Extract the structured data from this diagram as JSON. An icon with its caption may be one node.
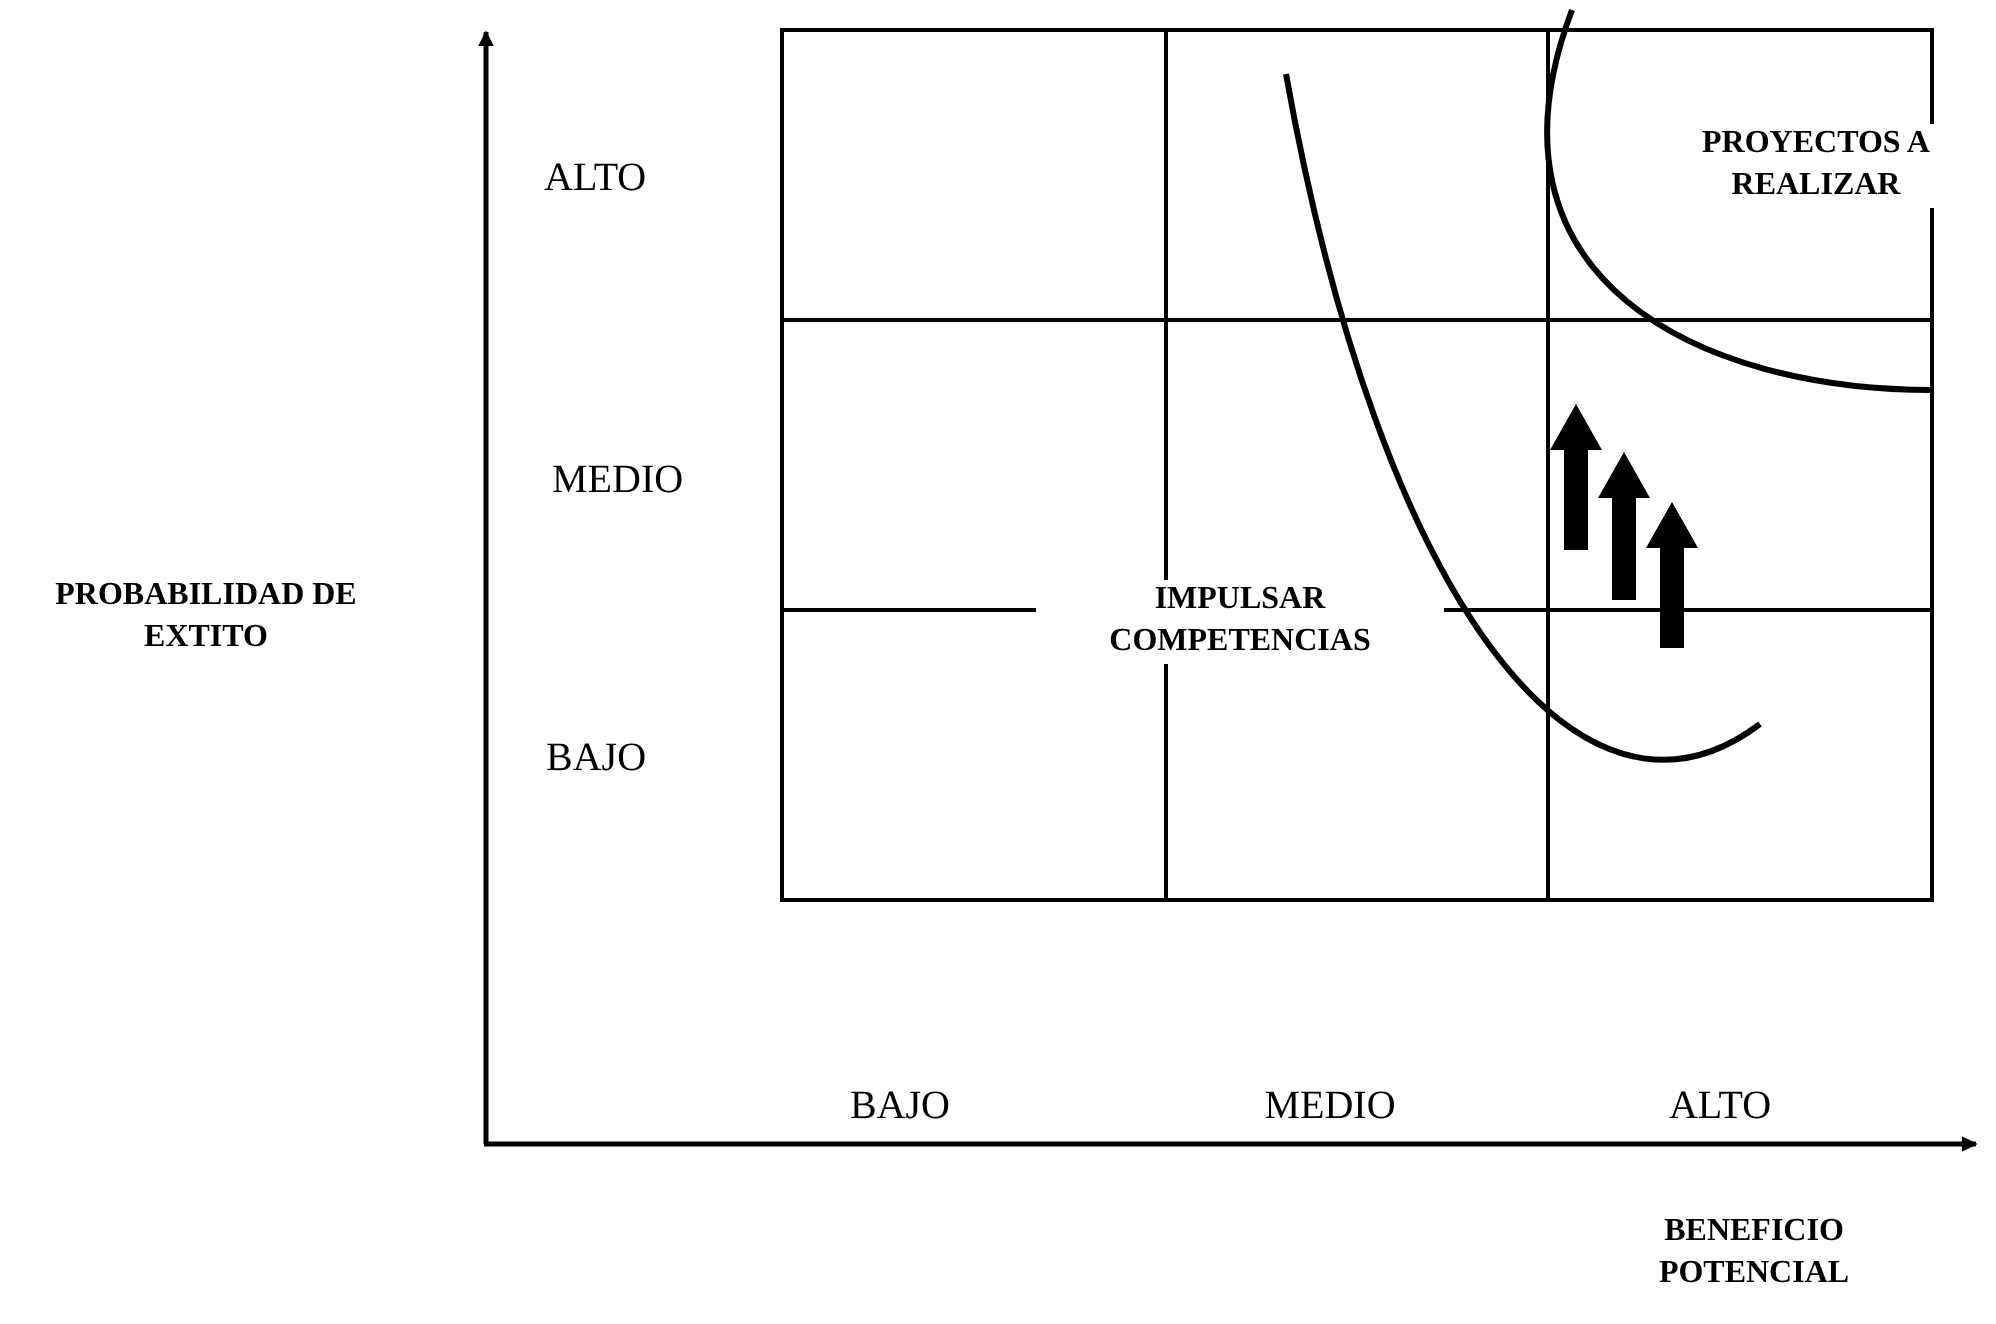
{
  "diagram": {
    "labels": [
      "ALTO",
      "PROYECTOS A REALIZAR",
      "MEDIO",
      "PROBABILIDAD DE EXTITO",
      "IMPULSAR COMPETENCIAS",
      "BAJO",
      "BAJO",
      "MEDIO",
      "ALTO",
      "BENEFICIO POTENCIAL"
    ]
  }
}
